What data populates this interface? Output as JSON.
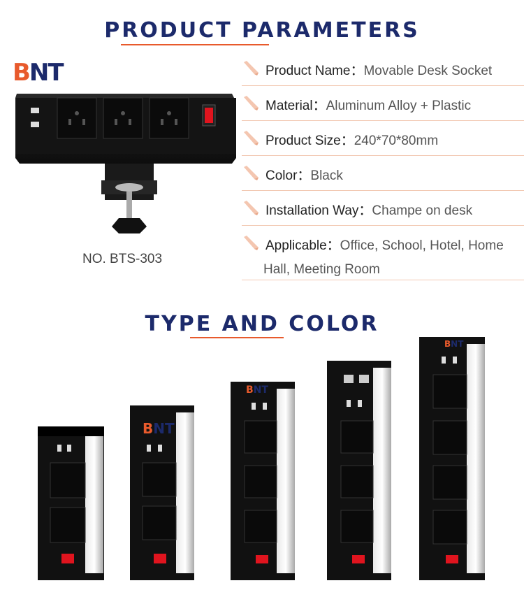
{
  "section1": {
    "title": "PRODUCT PARAMETERS"
  },
  "brand": {
    "b": "B",
    "n": "N",
    "t": "T"
  },
  "params": [
    {
      "label": "Product Name：",
      "value": "Movable Desk Socket"
    },
    {
      "label": "Material：",
      "value": "Aluminum Alloy + Plastic"
    },
    {
      "label": "Product Size：",
      "value": "240*70*80mm"
    },
    {
      "label": "Color：",
      "value": "Black"
    },
    {
      "label": "Installation Way：",
      "value": "Champe on desk"
    },
    {
      "label": "Applicable：",
      "value": "Office, School, Hotel, Home",
      "value2": "Hall, Meeting Room"
    }
  ],
  "model": "NO. BTS-303",
  "section2": {
    "title": "TYPE AND COLOR"
  },
  "colors": {
    "accent": "#e85a2c",
    "heading": "#1c2a6b",
    "switch": "#e0141e"
  }
}
